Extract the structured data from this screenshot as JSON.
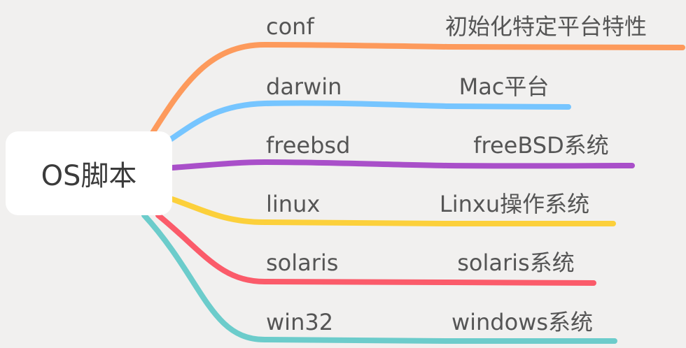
{
  "root": {
    "label": "OS脚本"
  },
  "branches": [
    {
      "name": "conf",
      "description": "初始化特定平台特性",
      "color": "#fd9a5c"
    },
    {
      "name": "darwin",
      "description": "Mac平台",
      "color": "#76c5ff"
    },
    {
      "name": "freebsd",
      "description": "freeBSD系统",
      "color": "#a94fc9"
    },
    {
      "name": "linux",
      "description": "Linxu操作系统",
      "color": "#fcd03b"
    },
    {
      "name": "solaris",
      "description": "solaris系统",
      "color": "#fb5b6a"
    },
    {
      "name": "win32",
      "description": "windows系统",
      "color": "#6ccccb"
    }
  ]
}
